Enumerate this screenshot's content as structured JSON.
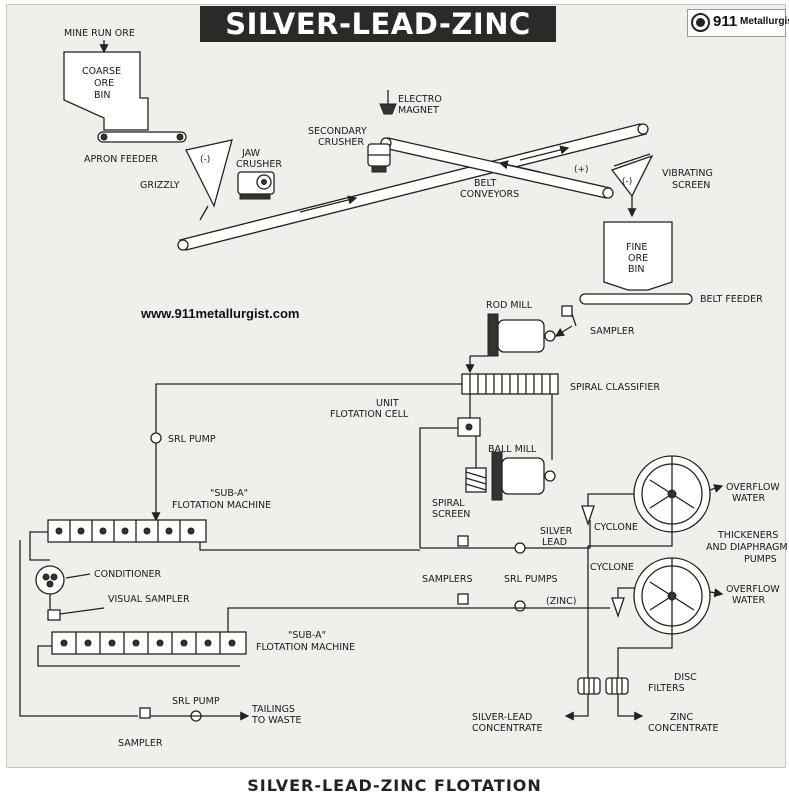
{
  "title": "SILVER-LEAD-ZINC",
  "logo": {
    "number": "911",
    "word": "Metallurgist"
  },
  "website": "www.911metallurgist.com",
  "footer": "SILVER-LEAD-ZINC FLOTATION",
  "labels": {
    "mine_run_ore": "MINE RUN ORE",
    "coarse_ore_bin": [
      "COARSE",
      "ORE",
      "BIN"
    ],
    "apron_feeder": "APRON FEEDER",
    "grizzly": "GRIZZLY",
    "jaw_crusher": [
      "JAW",
      "CRUSHER"
    ],
    "electro_magnet": [
      "ELECTRO",
      "MAGNET"
    ],
    "secondary_crusher": [
      "SECONDARY",
      "CRUSHER"
    ],
    "belt_conveyors": [
      "BELT",
      "CONVEYORS"
    ],
    "vibrating_screen": [
      "VIBRATING",
      "SCREEN"
    ],
    "minus_sign": "(-)",
    "plus_sign": "(+)",
    "fine_ore_bin": [
      "FINE",
      "ORE",
      "BIN"
    ],
    "belt_feeder": "BELT FEEDER",
    "rod_mill": "ROD MILL",
    "sampler": "SAMPLER",
    "spiral_classifier": "SPIRAL CLASSIFIER",
    "unit_flotation_cell": [
      "UNIT",
      "FLOTATION CELL"
    ],
    "srl_pump": "SRL PUMP",
    "ball_mill": "BALL MILL",
    "spiral_screen": [
      "SPIRAL",
      "SCREEN"
    ],
    "sub_a_machine": [
      "\"SUB-A\"",
      "FLOTATION MACHINE"
    ],
    "sub_a_machine_2": [
      "\"SUB-A\"",
      "FLOTATION MACHINE"
    ],
    "conditioner": "CONDITIONER",
    "visual_sampler": "VISUAL SAMPLER",
    "samplers": "SAMPLERS",
    "srl_pumps": "SRL PUMPS",
    "silver_lead": [
      "SILVER",
      "LEAD"
    ],
    "zinc": "(ZINC)",
    "cyclone": "CYCLONE",
    "cyclone_2": "CYCLONE",
    "overflow_water": [
      "OVERFLOW",
      "WATER"
    ],
    "overflow_water_2": [
      "OVERFLOW",
      "WATER"
    ],
    "thickeners": [
      "THICKENERS",
      "AND DIAPHRAGM",
      "PUMPS"
    ],
    "disc_filters": [
      "DISC",
      "FILTERS"
    ],
    "silver_lead_concentrate": [
      "SILVER-LEAD",
      "CONCENTRATE"
    ],
    "zinc_concentrate": [
      "ZINC",
      "CONCENTRATE"
    ],
    "srl_pump_bottom": "SRL PUMP",
    "tailings": [
      "TAILINGS",
      "TO WASTE"
    ],
    "sampler_bottom": "SAMPLER"
  }
}
